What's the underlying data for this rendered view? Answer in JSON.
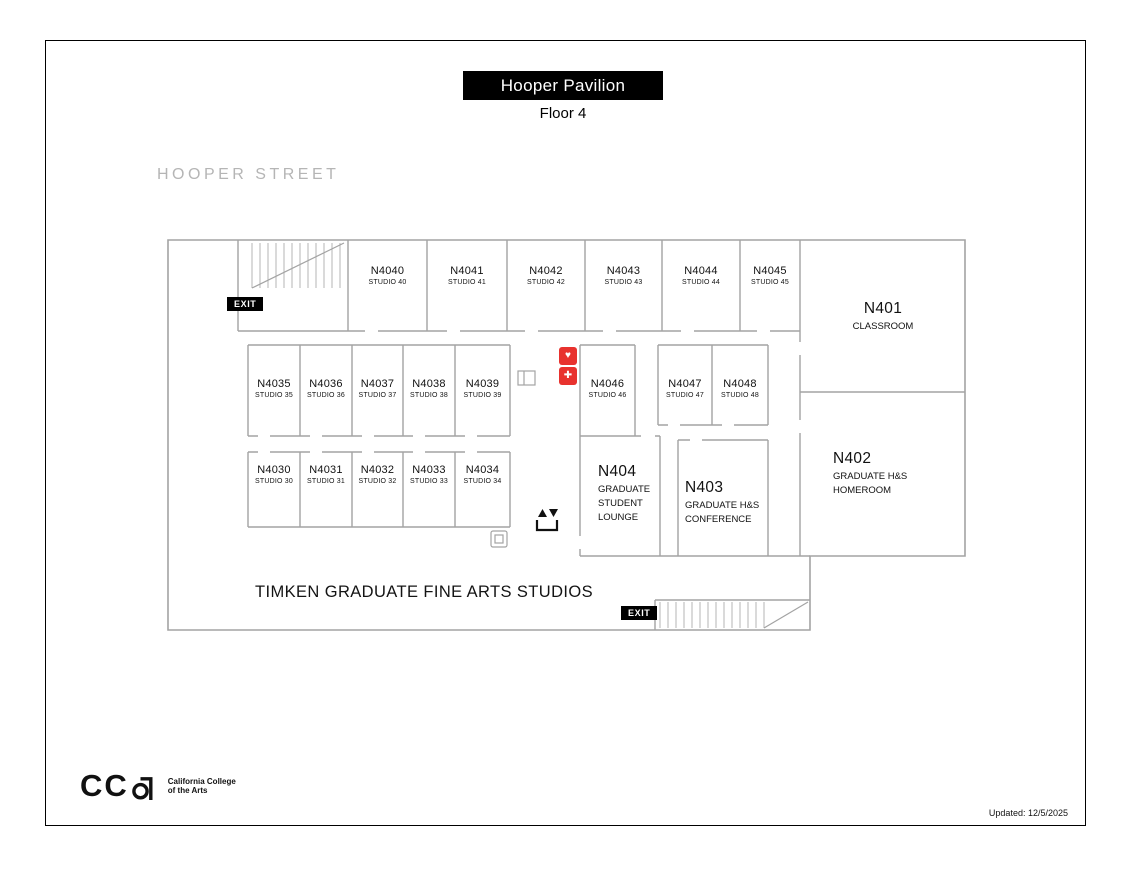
{
  "page": {
    "title": "Hooper Pavilion",
    "subtitle": "Floor 4",
    "street": "HOOPER STREET",
    "area_label": "TIMKEN GRADUATE FINE ARTS STUDIOS",
    "updated": "Updated: 12/5/2025",
    "exit": "EXIT"
  },
  "logo": {
    "mark": "CC",
    "line1": "California College",
    "line2": "of the Arts"
  },
  "studios": {
    "top": [
      {
        "id": "N4040",
        "label": "STUDIO 40"
      },
      {
        "id": "N4041",
        "label": "STUDIO 41"
      },
      {
        "id": "N4042",
        "label": "STUDIO 42"
      },
      {
        "id": "N4043",
        "label": "STUDIO 43"
      },
      {
        "id": "N4044",
        "label": "STUDIO 44"
      },
      {
        "id": "N4045",
        "label": "STUDIO 45"
      }
    ],
    "mid": [
      {
        "id": "N4035",
        "label": "STUDIO 35"
      },
      {
        "id": "N4036",
        "label": "STUDIO 36"
      },
      {
        "id": "N4037",
        "label": "STUDIO 37"
      },
      {
        "id": "N4038",
        "label": "STUDIO 38"
      },
      {
        "id": "N4039",
        "label": "STUDIO 39"
      }
    ],
    "mid_right": [
      {
        "id": "N4046",
        "label": "STUDIO 46"
      },
      {
        "id": "N4047",
        "label": "STUDIO 47"
      },
      {
        "id": "N4048",
        "label": "STUDIO 48"
      }
    ],
    "bottom": [
      {
        "id": "N4030",
        "label": "STUDIO 30"
      },
      {
        "id": "N4031",
        "label": "STUDIO 31"
      },
      {
        "id": "N4032",
        "label": "STUDIO 32"
      },
      {
        "id": "N4033",
        "label": "STUDIO 33"
      },
      {
        "id": "N4034",
        "label": "STUDIO 34"
      }
    ]
  },
  "rooms": {
    "n401": {
      "id": "N401",
      "lines": [
        "CLASSROOM"
      ]
    },
    "n402": {
      "id": "N402",
      "lines": [
        "GRADUATE H&S",
        "HOMEROOM"
      ]
    },
    "n403": {
      "id": "N403",
      "lines": [
        "GRADUATE H&S",
        "CONFERENCE"
      ]
    },
    "n404": {
      "id": "N404",
      "lines": [
        "GRADUATE",
        "STUDENT",
        "LOUNGE"
      ]
    }
  },
  "icons": {
    "aed": {
      "name": "aed-icon",
      "glyph": "♥"
    },
    "first_aid": {
      "name": "first-aid-icon",
      "glyph": "✚"
    },
    "elevator": {
      "name": "elevator-icon"
    },
    "stairs": {
      "name": "stairs-icon"
    }
  },
  "colors": {
    "wall": "#a3a3a3",
    "emergency_red": "#e8322e",
    "street_gray": "#b5b5b5",
    "badge_bg": "#000000"
  }
}
